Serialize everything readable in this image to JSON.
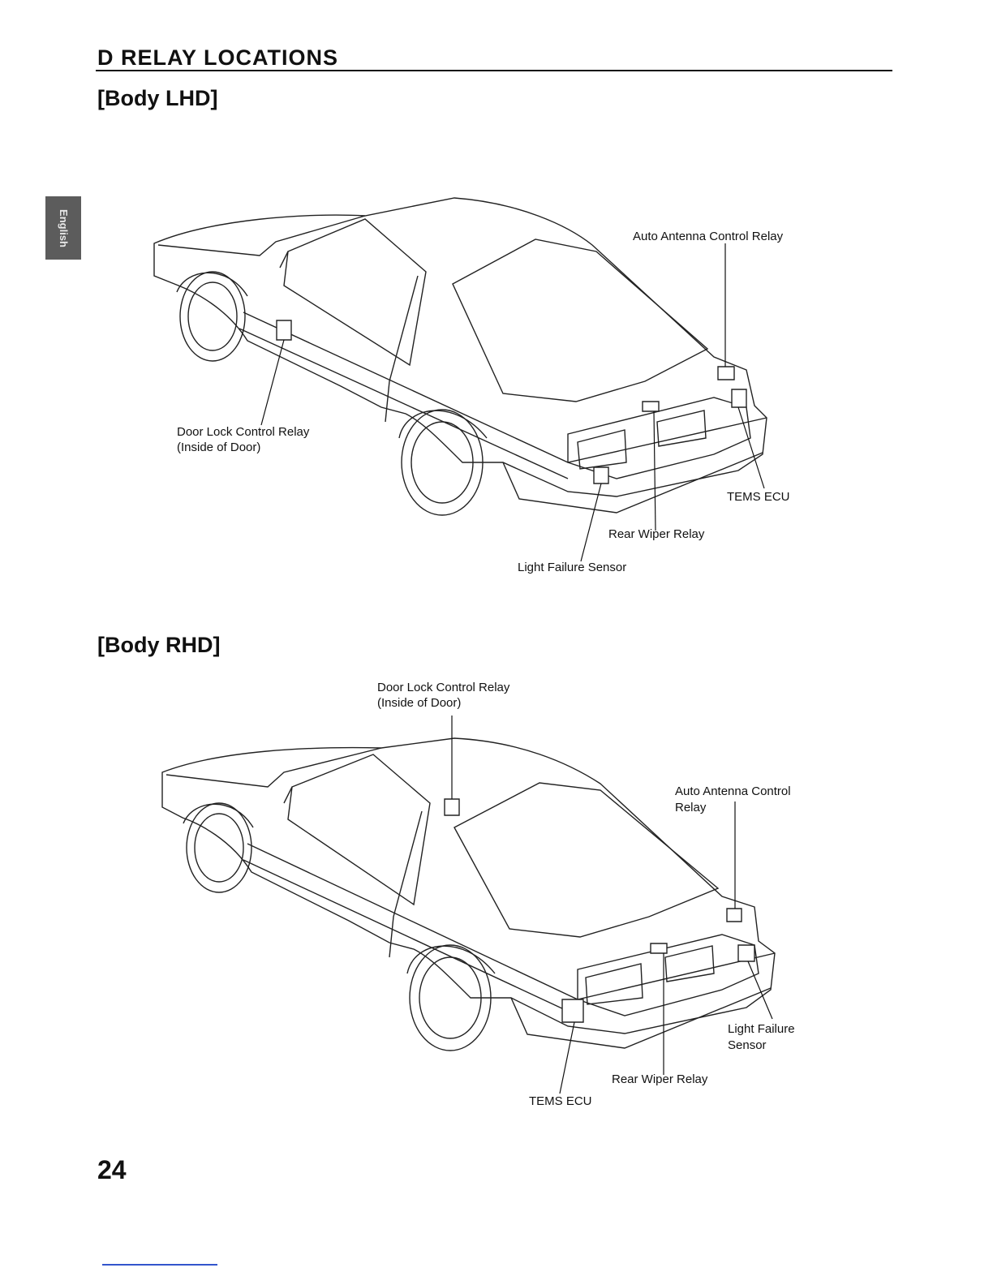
{
  "header": {
    "section_title": "D  RELAY LOCATIONS",
    "language_tab": "English"
  },
  "lhd": {
    "heading": "[Body LHD]",
    "labels": {
      "auto_antenna": "Auto Antenna Control Relay",
      "door_lock_1": "Door Lock Control Relay",
      "door_lock_2": "(Inside of Door)",
      "tems_ecu": "TEMS ECU",
      "rear_wiper": "Rear Wiper Relay",
      "light_failure": "Light Failure Sensor"
    }
  },
  "rhd": {
    "heading": "[Body RHD]",
    "labels": {
      "door_lock_1": "Door Lock Control Relay",
      "door_lock_2": "(Inside of Door)",
      "auto_antenna_1": "Auto Antenna Control",
      "auto_antenna_2": "Relay",
      "light_failure_1": "Light Failure",
      "light_failure_2": "Sensor",
      "rear_wiper": "Rear Wiper Relay",
      "tems_ecu": "TEMS ECU"
    }
  },
  "footer": {
    "page_number": "24"
  }
}
